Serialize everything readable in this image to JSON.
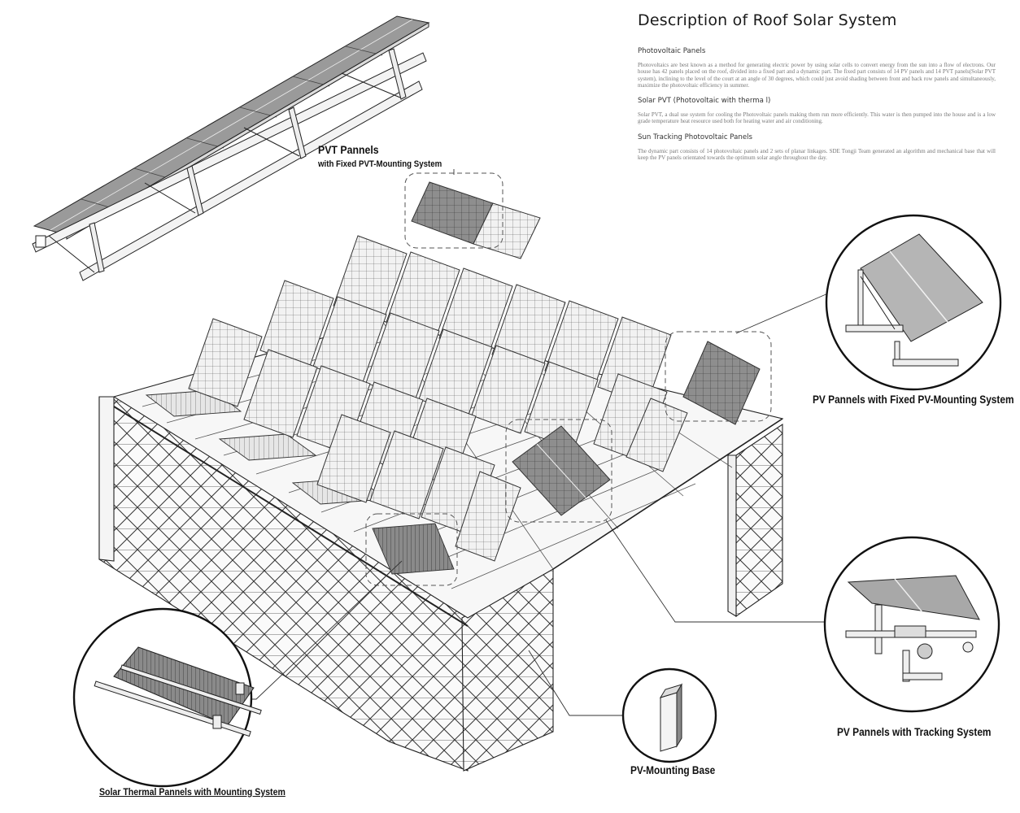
{
  "description": {
    "title": "Description of  Roof Solar System",
    "sections": [
      {
        "heading": "Photovoltaic Panels",
        "body": "Photovoltaics are best known as a method for generating electric power by using solar cells to convert energy from the sun into a flow of electrons. Our house has 42 panels placed on the roof, divided into a fixed part and a dynamic part. The fixed part consists of 14 PV panels and 14 PVT panels(Solar PVT system), inclining to the level of the court at an angle of 30 degrees, which could just avoid shading between front and back row panels and simultaneously, maximize the photovoltaic efficiency in summer."
      },
      {
        "heading": "Solar PVT (Photovoltaic with therma l)",
        "body": "Solar PVT, a dual use system for cooling the Photovoltaic panels making them run more efficiently. This water is then pumped into the house and is a low grade temperature heat resource used both for heating water and air conditioning."
      },
      {
        "heading": "Sun Tracking Photovoltaic Panels",
        "body": "The dynamic part consists of 14 photovoltaic panels and 2 sets of planar linkages. SDE Tongji Team generated an algorithm and mechanical base that will keep the PV panels orientated towards the optimum solar angle throughout the day."
      }
    ]
  },
  "callouts": {
    "pvt_title": "PVT Pannels",
    "pvt_sub": "with Fixed PVT-Mounting System",
    "pv_fixed": "PV Pannels with Fixed PV-Mounting System",
    "pv_tracking": "PV Pannels with Tracking System",
    "pv_base": "PV-Mounting Base",
    "solar_thermal": "Solar Thermal Pannels with Mounting System"
  },
  "colors": {
    "line": "#2a2a2a",
    "panel_light": "#ececec",
    "panel_dark": "#8c8c8c",
    "panel_mid": "#b5b5b5",
    "text_muted": "#777777"
  }
}
